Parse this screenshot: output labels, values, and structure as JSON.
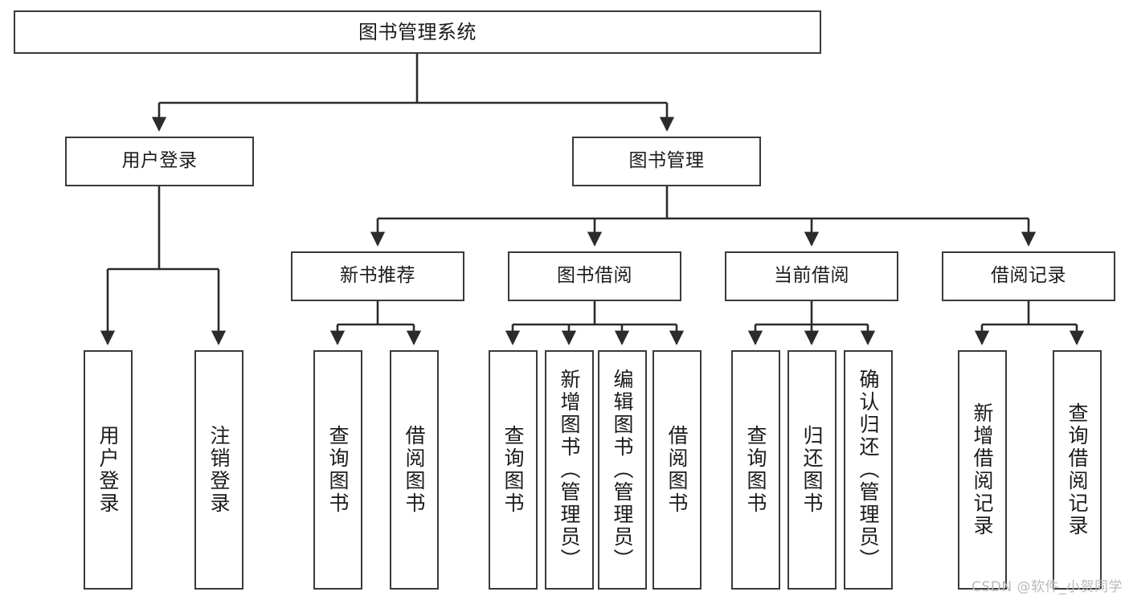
{
  "diagram": {
    "title": "图书管理系统",
    "type": "tree-hierarchy-chart",
    "watermark": "CSDN @软件_小贺同学",
    "colors": {
      "box_border": "#3a3a3a",
      "box_fill": "#ffffff",
      "connector": "#2b2b2b",
      "text": "#1b1b1b",
      "watermark": "#b9b9b9"
    }
  },
  "nodes": {
    "root": {
      "label": "图书管理系统"
    },
    "level2": [
      {
        "label": "用户登录"
      },
      {
        "label": "图书管理"
      }
    ],
    "level3": [
      {
        "label": "新书推荐"
      },
      {
        "label": "图书借阅"
      },
      {
        "label": "当前借阅"
      },
      {
        "label": "借阅记录"
      }
    ],
    "leaves": {
      "user_login": [
        {
          "label": "用户登录"
        },
        {
          "label": "注销登录"
        }
      ],
      "new_book_recommend": [
        {
          "label": "查询图书"
        },
        {
          "label": "借阅图书"
        }
      ],
      "book_borrow": [
        {
          "label": "查询图书"
        },
        {
          "label": "新增图书（管理员）"
        },
        {
          "label": "编辑图书（管理员）"
        },
        {
          "label": "借阅图书"
        }
      ],
      "current_borrow": [
        {
          "label": "查询图书"
        },
        {
          "label": "归还图书"
        },
        {
          "label": "确认归还（管理员）"
        }
      ],
      "borrow_record": [
        {
          "label": "新增借阅记录"
        },
        {
          "label": "查询借阅记录"
        }
      ]
    }
  }
}
